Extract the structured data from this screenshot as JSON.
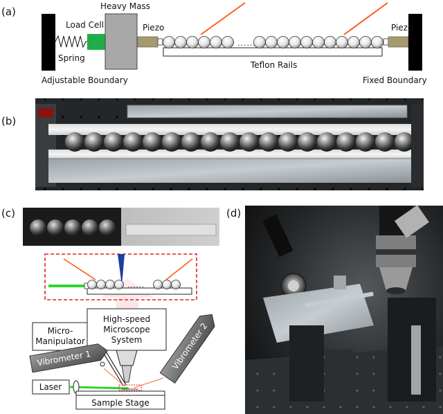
{
  "panel_a": {
    "label": "(a)",
    "heavy_mass": "Heavy Mass",
    "load_cell": "Load Cell",
    "spring": "Spring",
    "piezo_left": "Piezo",
    "piezo_right": "Piezo",
    "dots": "......",
    "teflon_rails": "Teflon Rails",
    "adjustable_boundary": "Adjustable Boundary",
    "fixed_boundary": "Fixed Boundary"
  },
  "panel_b": {
    "label": "(b)"
  },
  "panel_c": {
    "label": "(c)",
    "dots": "......",
    "high_speed": "High-speed",
    "microscope": "Microscope",
    "system": "System",
    "micro": "Micro-",
    "manipulator": "Manipulator",
    "vibrometer1": "Vibrometer 1",
    "vibrometer2": "Vibrometer 2",
    "laser": "Laser",
    "sample_stage": "Sample Stage"
  },
  "panel_d": {
    "label": "(d)"
  },
  "colors": {
    "load_cell": "#1fad4a",
    "piezo": "#a69a6f",
    "laser_line": "#ff5a1f",
    "dashed_box": "#e02020",
    "green_beam": "#2ed62e",
    "arrow_pink": "#f6c8c8",
    "probe_blue": "#1b3fa0"
  }
}
